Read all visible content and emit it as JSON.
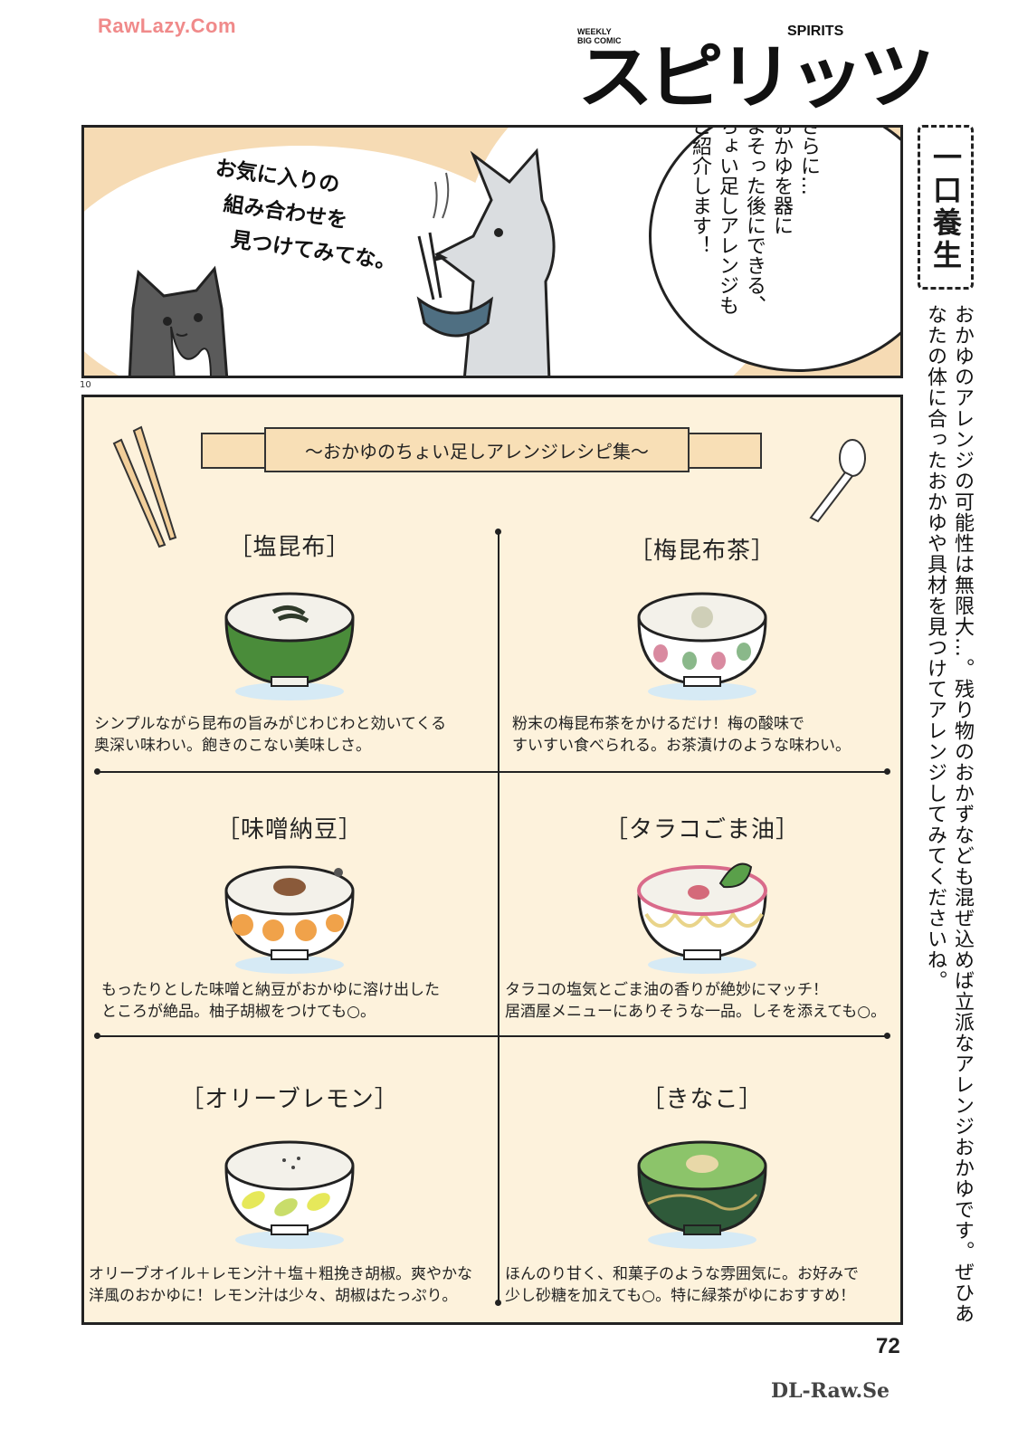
{
  "watermark_top": "RawLazy.Com",
  "watermark_bottom": "DL-Raw.Se",
  "magazine": {
    "small_top": "WEEKLY",
    "small_bottom": "BIG COMIC",
    "brand": "SPIRITS",
    "title": "スピリッツ"
  },
  "panel": {
    "handwritten": [
      "お気に入りの",
      "組み合わせを",
      "見つけてみてな。"
    ],
    "speech_lines": [
      "さらに…",
      "おかゆを器に",
      "よそった後にできる、",
      "ちょい足しアレンジも",
      "ご紹介します！"
    ],
    "panel_number": "10"
  },
  "banner_title": "〜おかゆのちょい足しアレンジレシピ集〜",
  "recipes": [
    {
      "title": "［塩昆布］",
      "desc": "シンプルながら昆布の旨みがじわじわと効いてくる\n奥深い味わい。飽きのこない美味しさ。"
    },
    {
      "title": "［梅昆布茶］",
      "desc": "粉末の梅昆布茶をかけるだけ！梅の酸味で\nすいすい食べられる。お茶漬けのような味わい。"
    },
    {
      "title": "［味噌納豆］",
      "desc": "もったりとした味噌と納豆がおかゆに溶け出した\nところが絶品。柚子胡椒をつけても○。"
    },
    {
      "title": "［タラコごま油］",
      "desc": "タラコの塩気とごま油の香りが絶妙にマッチ！\n居酒屋メニューにありそうな一品。しそを添えても○。"
    },
    {
      "title": "［オリーブレモン］",
      "desc": "オリーブオイル＋レモン汁＋塩＋粗挽き胡椒。爽やかな\n洋風のおかゆに！レモン汁は少々、胡椒はたっぷり。"
    },
    {
      "title": "［きなこ］",
      "desc": "ほんのり甘く、和菓子のような雰囲気に。お好みで\n少し砂糖を加えても○。特に緑茶がゆにおすすめ！"
    }
  ],
  "side_column": {
    "label": "一口養生",
    "text": "おかゆのアレンジの可能性は無限大…。残り物のおかずなども混ぜ込めば立派なアレンジおかゆです。ぜひあなたの体に合ったおかゆや具材を見つけてアレンジしてみてくださいね。"
  },
  "page_number": "72",
  "colors": {
    "panel_bg": "#f6dbb4",
    "recipe_bg": "#fdf2dc",
    "watermark": "#f08a8a"
  }
}
